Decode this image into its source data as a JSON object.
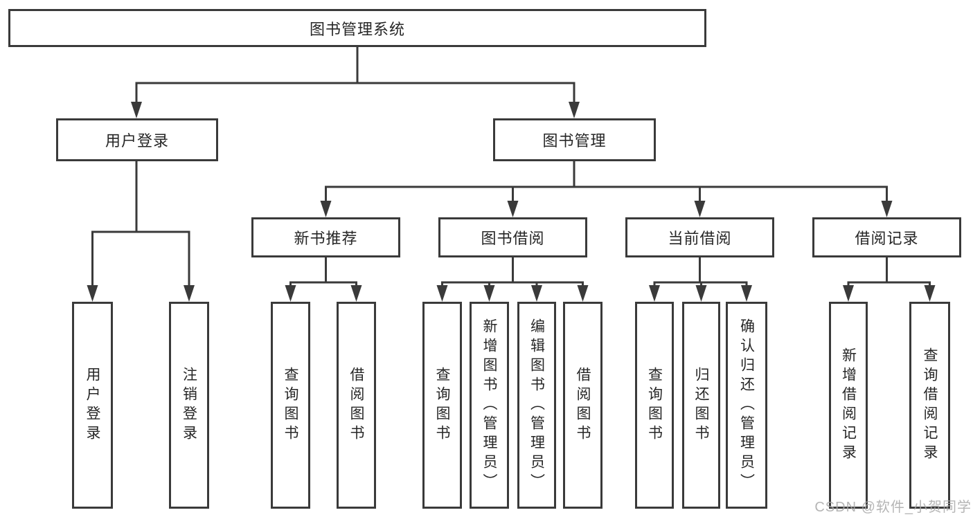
{
  "diagram": {
    "root": {
      "label": "图书管理系统"
    },
    "level2": [
      {
        "label": "用户登录"
      },
      {
        "label": "图书管理"
      }
    ],
    "level3": [
      {
        "label": "新书推荐"
      },
      {
        "label": "图书借阅"
      },
      {
        "label": "当前借阅"
      },
      {
        "label": "借阅记录"
      }
    ],
    "leaves": {
      "user_login": [
        {
          "label": "用户登录"
        },
        {
          "label": "注销登录"
        }
      ],
      "new_book": [
        {
          "label": "查询图书"
        },
        {
          "label": "借阅图书"
        }
      ],
      "book_borrow": [
        {
          "label": "查询图书"
        },
        {
          "label": "新增图书（管理员）"
        },
        {
          "label": "编辑图书（管理员）"
        },
        {
          "label": "借阅图书"
        }
      ],
      "current_borrow": [
        {
          "label": "查询图书"
        },
        {
          "label": "归还图书"
        },
        {
          "label": "确认归还（管理员）"
        }
      ],
      "borrow_record": [
        {
          "label": "新增借阅记录"
        },
        {
          "label": "查询借阅记录"
        }
      ]
    }
  },
  "watermark": {
    "text": "CSDN @软件_小贺同学"
  },
  "colors": {
    "background": "#ffffff",
    "line": "#3a3a3a",
    "box_border": "#3a3a3a",
    "text": "#262626",
    "watermark": "#a8a8a8"
  }
}
